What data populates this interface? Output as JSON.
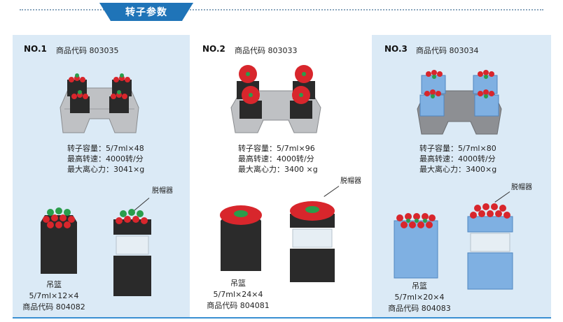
{
  "header": {
    "title": "转子参数"
  },
  "rotors": [
    {
      "no": "NO.1",
      "code": "商品代码 803035",
      "specs": [
        "转子容量：5/7ml×48",
        "最高转速：4000转/分",
        "最大离心力：3041×g"
      ],
      "cap_remover": "脱帽器",
      "basket": {
        "name": "吊篮",
        "spec": "5/7ml×12×4",
        "code": "商品代码 804082"
      }
    },
    {
      "no": "NO.2",
      "code": "商品代码 803033",
      "specs": [
        "转子容量：5/7ml×96",
        "最高转速：4000转/分",
        "最大离心力：3400 ×g"
      ],
      "cap_remover": "脱帽器",
      "basket": {
        "name": "吊篮",
        "spec": "5/7ml×24×4",
        "code": "商品代码 804081"
      }
    },
    {
      "no": "NO.3",
      "code": "商品代码 803034",
      "specs": [
        "转子容量：5/7ml×80",
        "最高转速：4000转/分",
        "最大离心力：3400×g"
      ],
      "cap_remover": "脱帽器",
      "basket": {
        "name": "吊篮",
        "spec": "5/7ml×20×4",
        "code": "商品代码 804083"
      }
    }
  ],
  "colors": {
    "header_blue": "#1f74b8",
    "panel_bg": "#dbeaf6",
    "tube_red": "#d8262c",
    "tube_green": "#2a9d4b",
    "basket_black": "#2a2a2a",
    "basket_blue": "#7fb0e2",
    "rotor_silver": "#b9bbbf"
  }
}
